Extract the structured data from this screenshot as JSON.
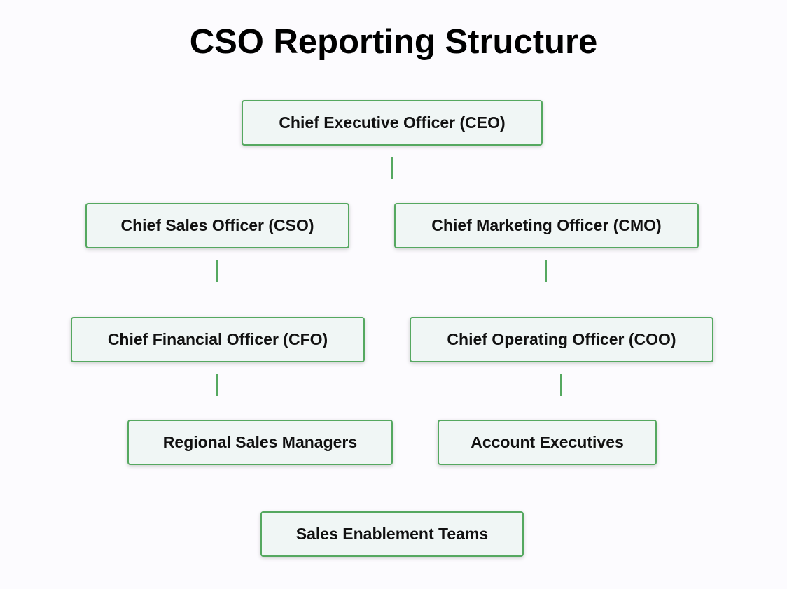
{
  "title": "CSO Reporting Structure",
  "colors": {
    "node_border": "#55a860",
    "node_fill": "#f0f6f5",
    "connector": "#55a860",
    "background": "#fcfbfe"
  },
  "nodes": {
    "ceo": "Chief Executive Officer (CEO)",
    "cso": "Chief Sales Officer (CSO)",
    "cmo": "Chief Marketing Officer (CMO)",
    "cfo": "Chief Financial Officer (CFO)",
    "coo": "Chief Operating Officer (COO)",
    "regional_sales_managers": "Regional Sales Managers",
    "account_executives": "Account Executives",
    "sales_enablement_teams": "Sales Enablement Teams"
  }
}
